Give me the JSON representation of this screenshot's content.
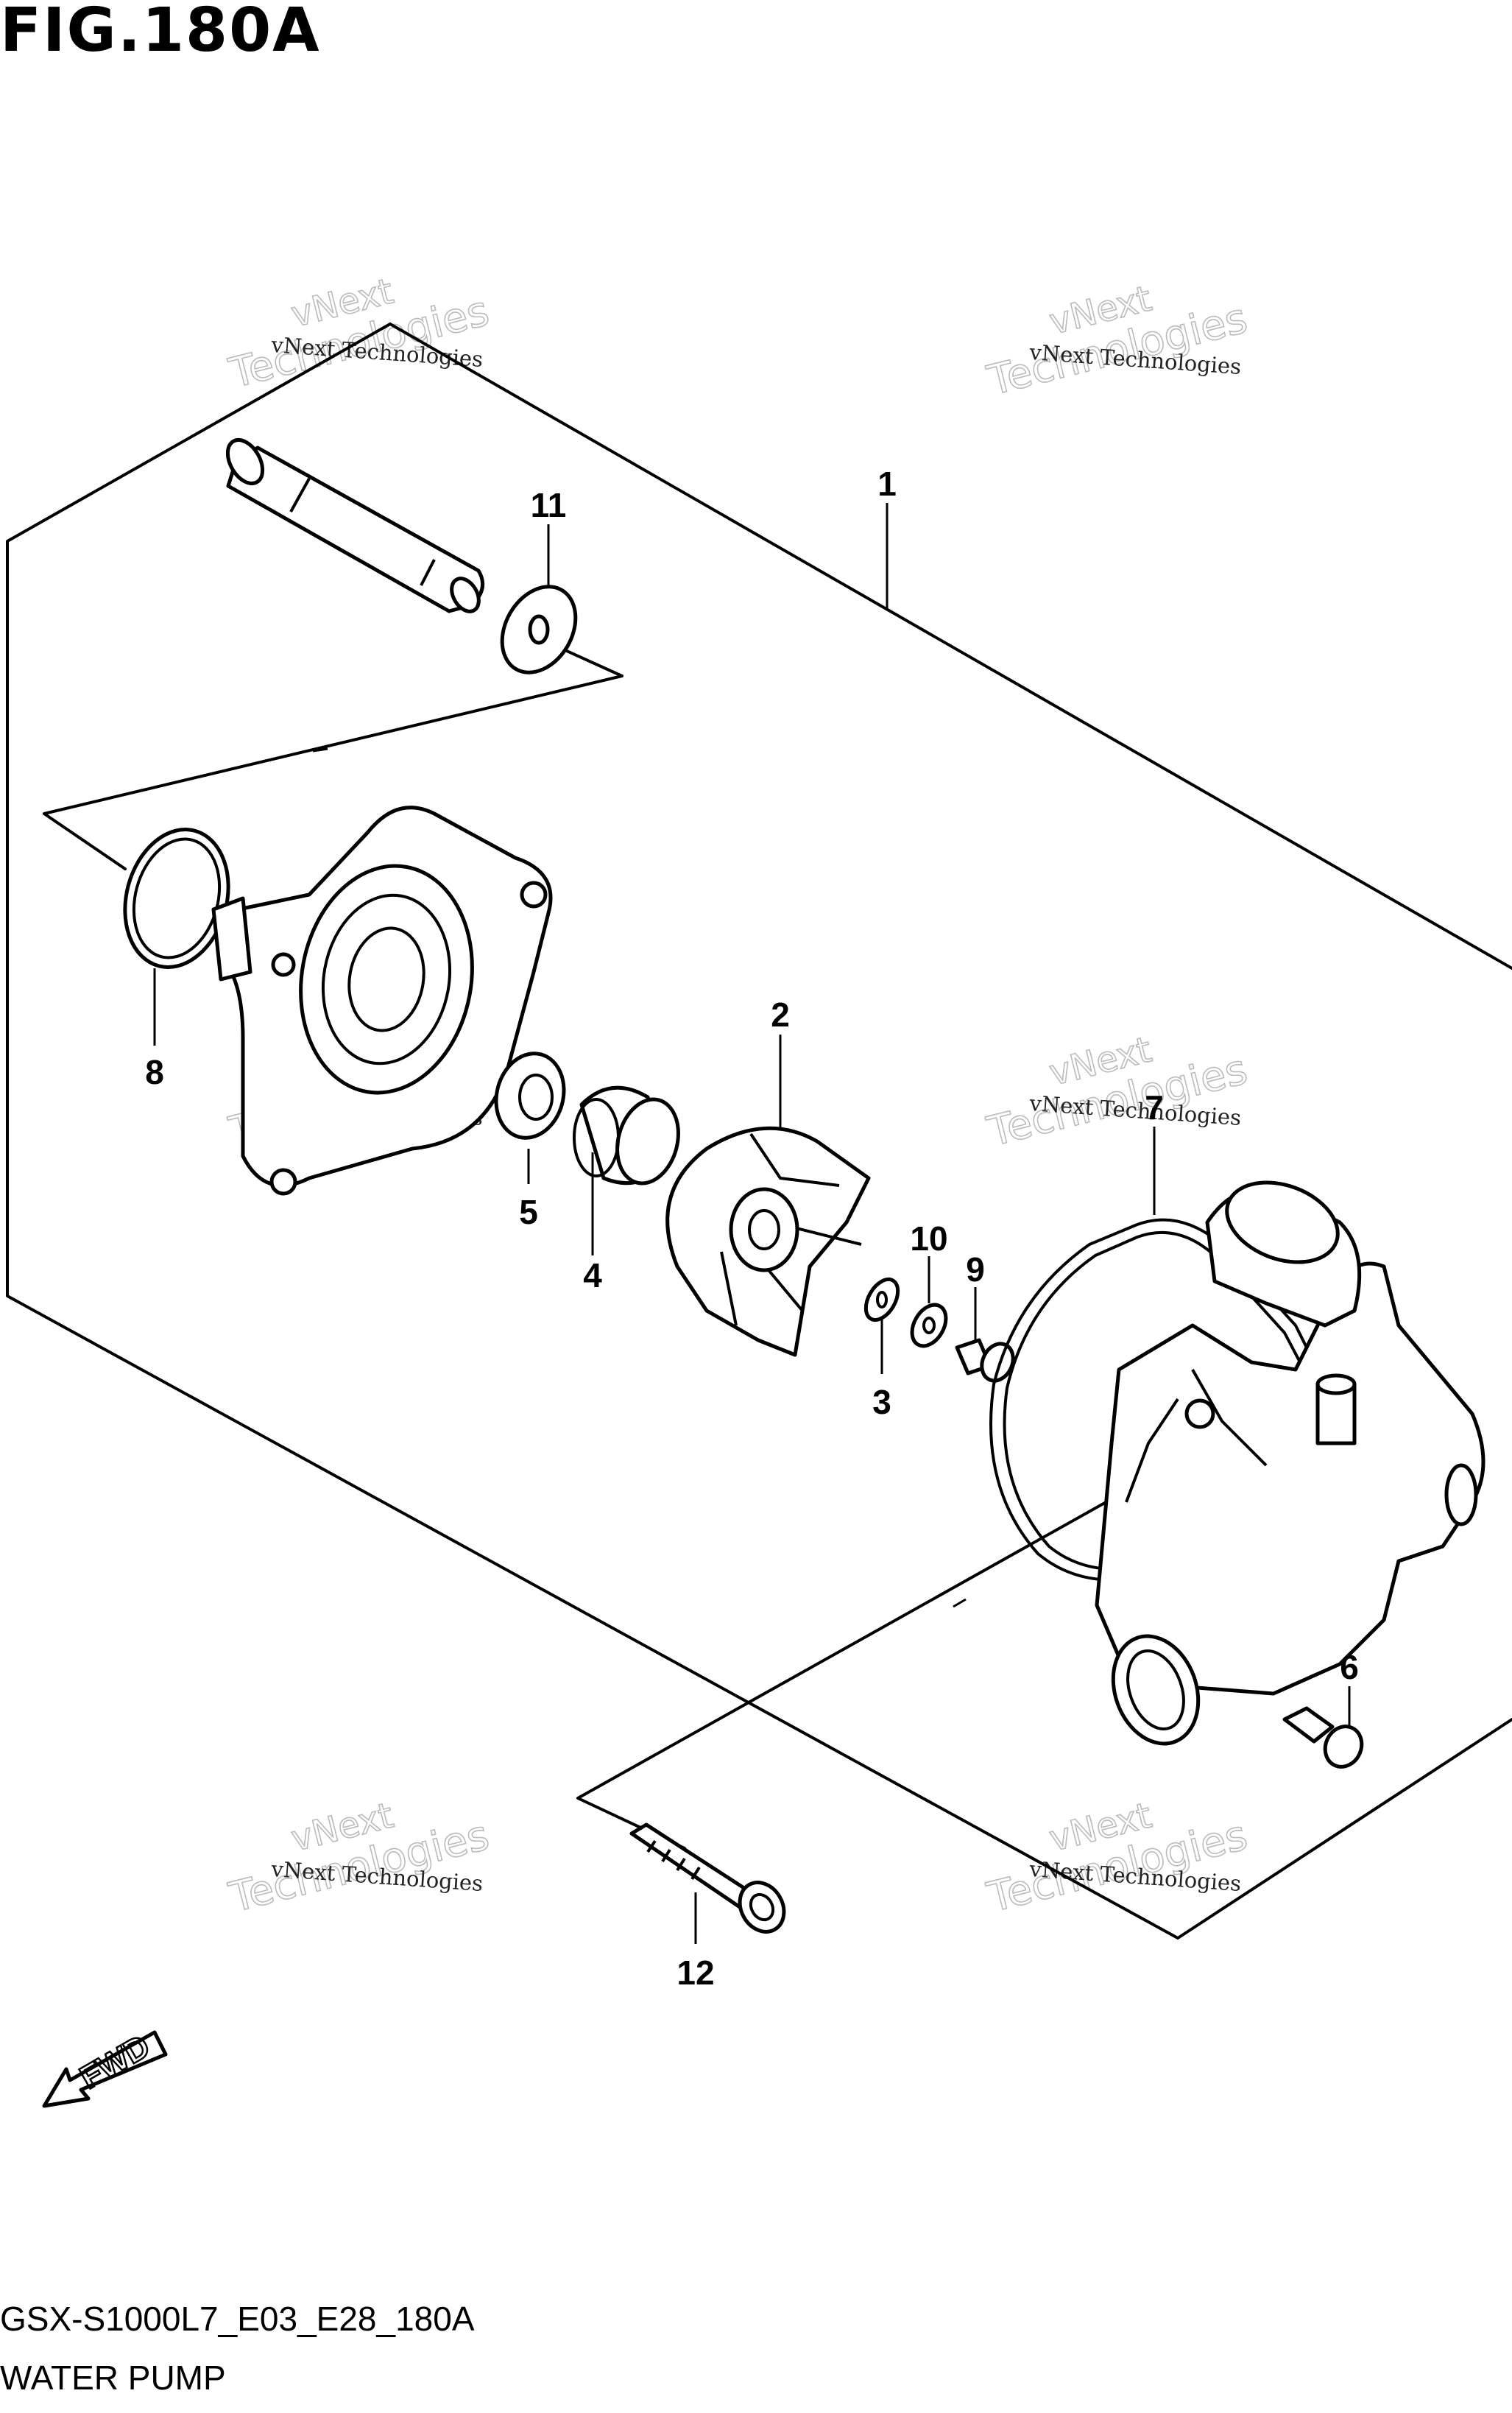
{
  "figure": {
    "title": "FIG.180A"
  },
  "footer": {
    "code": "GSX-S1000L7_E03_E28_180A",
    "caption": "WATER PUMP"
  },
  "watermark": {
    "line1": "vNext Technologies",
    "line2": "Technologies",
    "line3": "vNext"
  },
  "direction_label": "FWD",
  "callouts": [
    "1",
    "2",
    "3",
    "4",
    "5",
    "6",
    "7",
    "8",
    "9",
    "10",
    "11",
    "12"
  ]
}
